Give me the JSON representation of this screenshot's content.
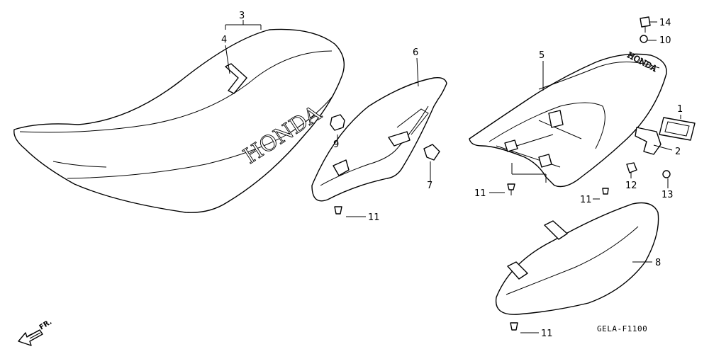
{
  "diagram": {
    "code": "GELA-F1100",
    "direction": "FR.",
    "callouts": {
      "c1": "1",
      "c2": "2",
      "c3": "3",
      "c4": "4",
      "c5": "5",
      "c6": "6",
      "c7": "7",
      "c8": "8",
      "c9": "9",
      "c10": "10",
      "c11a": "11",
      "c11b": "11",
      "c11c": "11",
      "c11d": "11",
      "c12": "12",
      "c13": "13",
      "c14": "14"
    },
    "brand_seat": "HONDA",
    "brand_fender": "HONDA"
  }
}
